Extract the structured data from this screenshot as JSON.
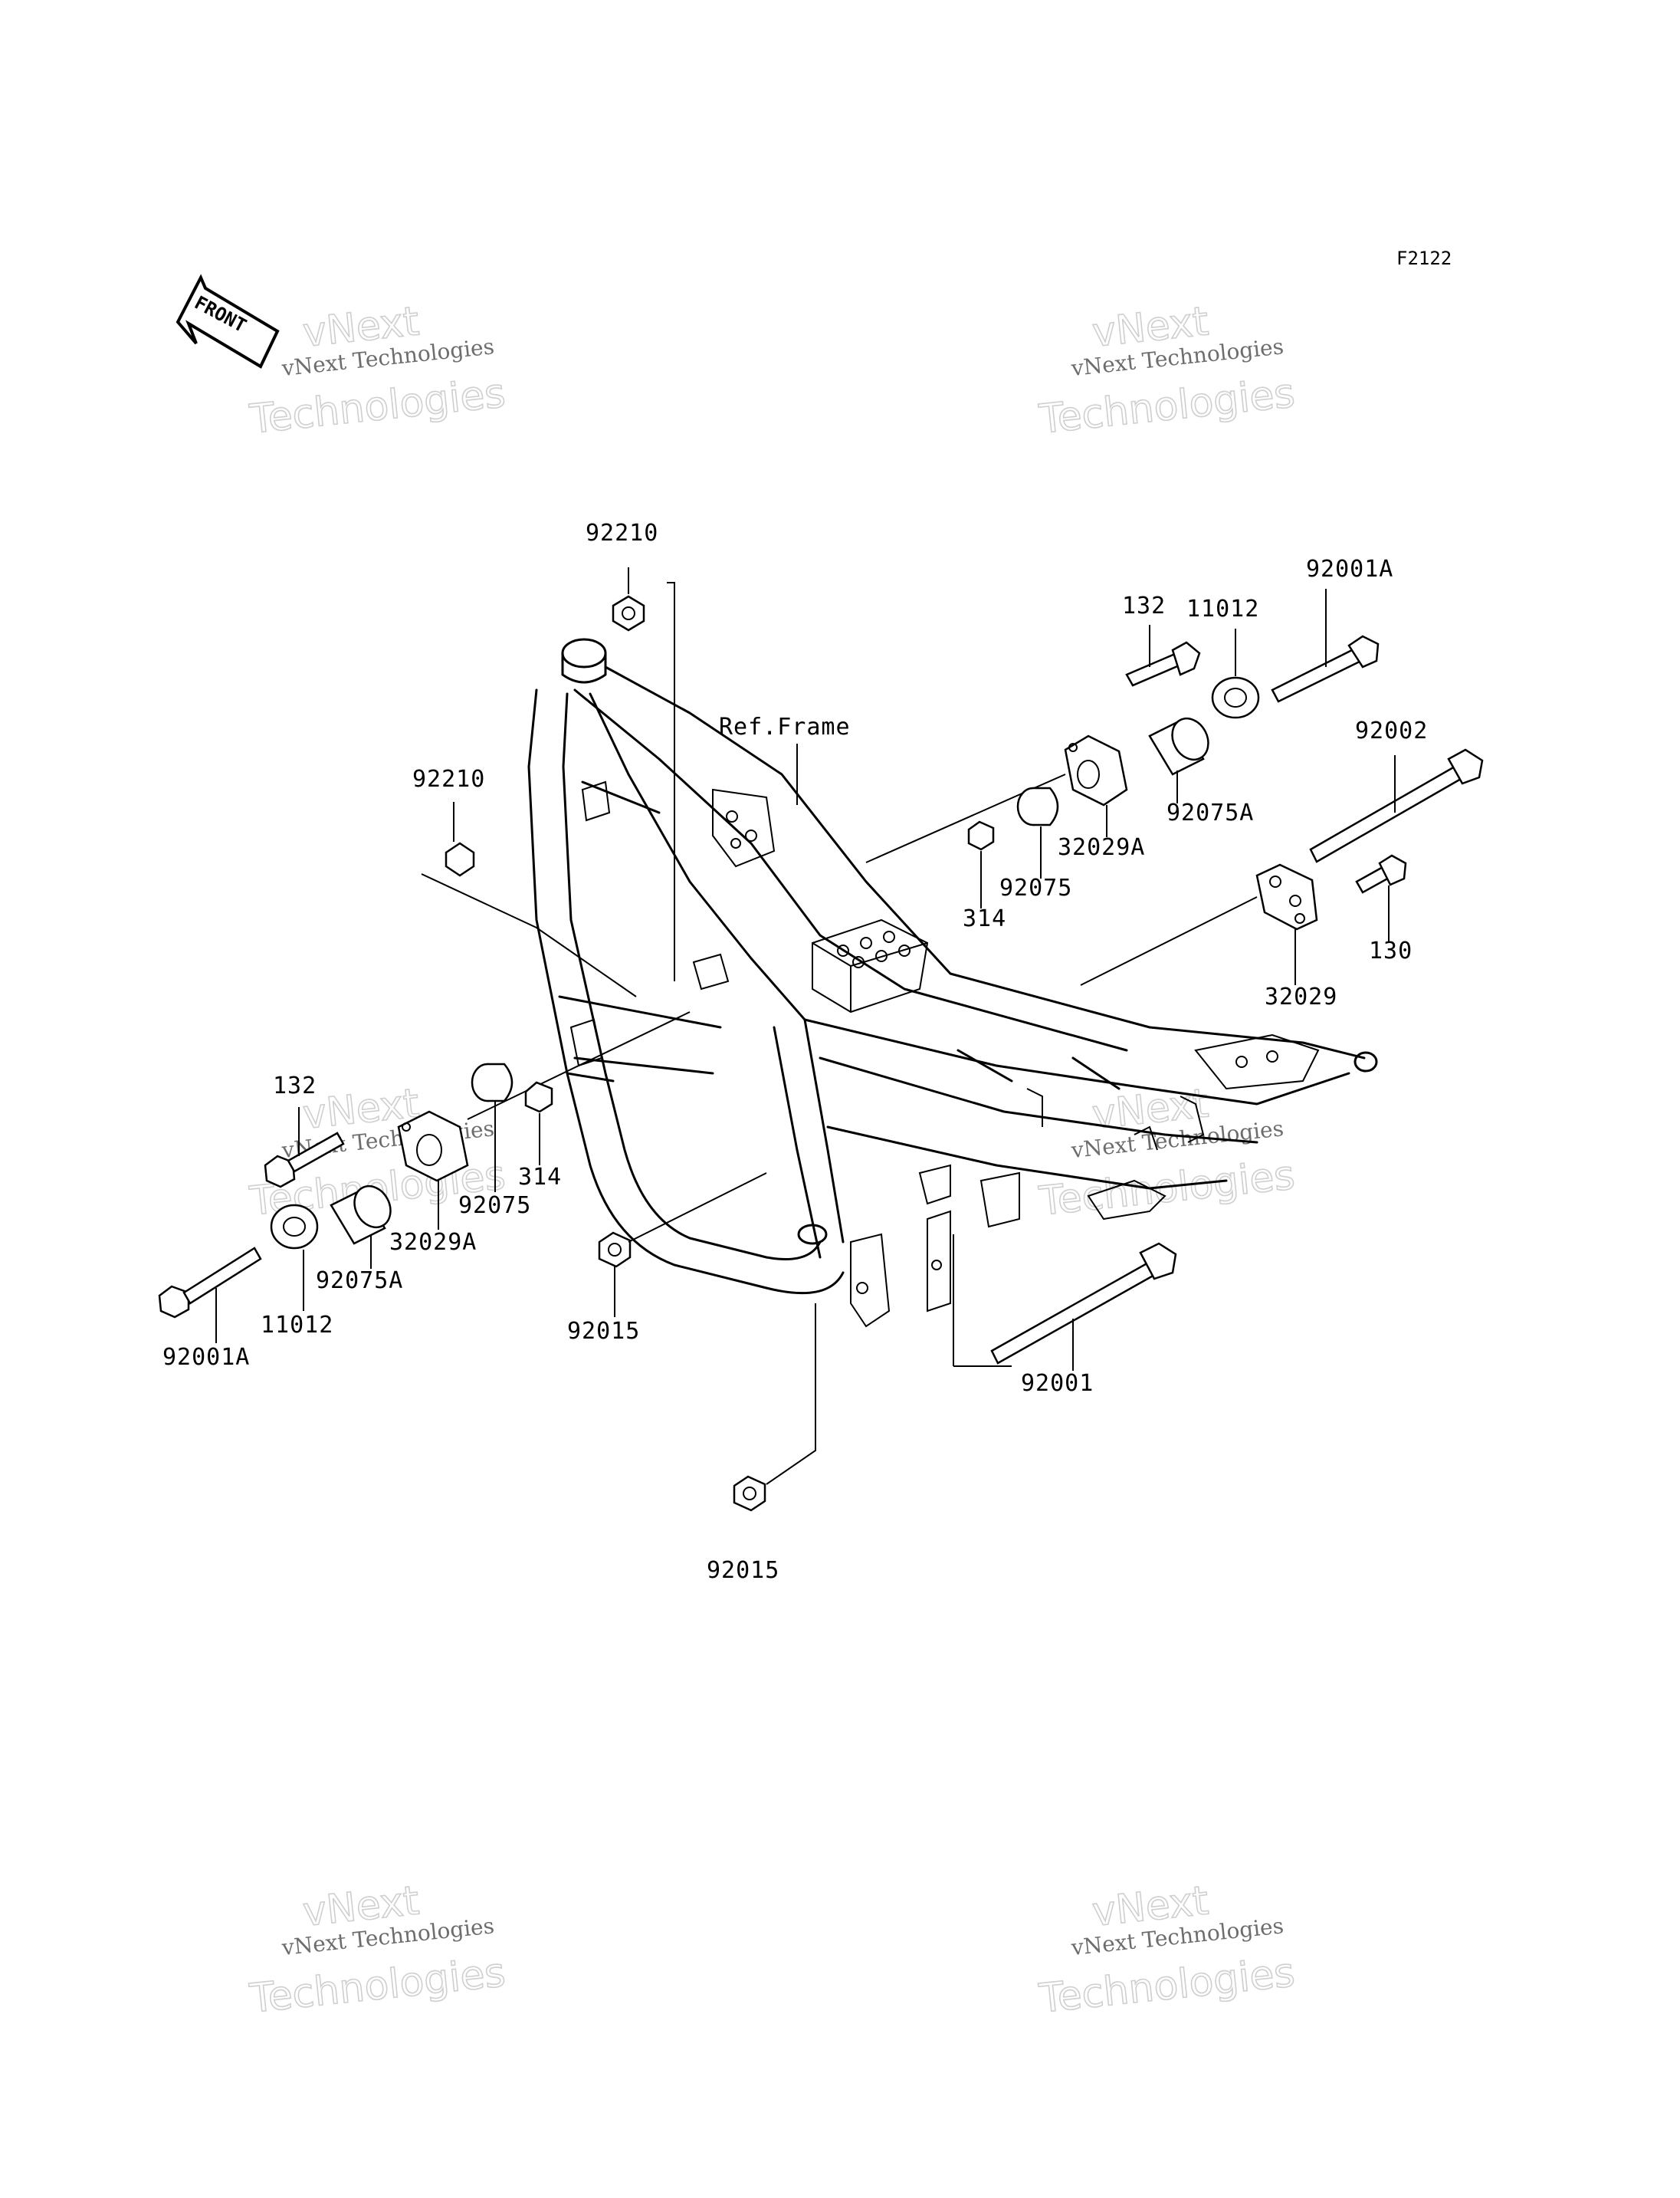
{
  "diagram_code": "F2122",
  "front_label": "FRONT",
  "frame_label": "Ref.Frame",
  "watermark": {
    "line1": "vNext Technologies",
    "line2": "vNext",
    "line3": "Technologies"
  },
  "parts": {
    "p92210_top": "92210",
    "p92210_left": "92210",
    "p132_right": "132",
    "p11012_right": "11012",
    "p92001A_right": "92001A",
    "p92002": "92002",
    "p92075A_right": "92075A",
    "p32029A_right": "32029A",
    "p92075_right": "92075",
    "p314_right": "314",
    "p130": "130",
    "p32029": "32029",
    "p132_left": "132",
    "p314_left": "314",
    "p92075_left": "92075",
    "p32029A_left": "32029A",
    "p92075A_left": "92075A",
    "p11012_left": "11012",
    "p92001A_left": "92001A",
    "p92015_mid": "92015",
    "p92001": "92001",
    "p92015_bottom": "92015"
  }
}
